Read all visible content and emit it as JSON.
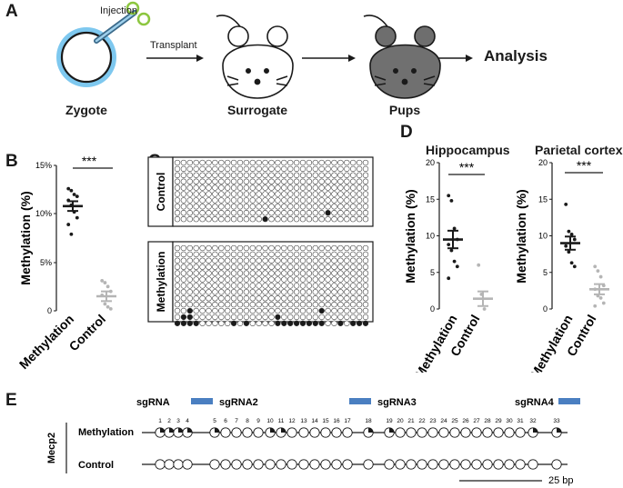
{
  "panels": {
    "A": {
      "label": "A",
      "injection": "Injection",
      "transplant": "Transplant",
      "zygote": "Zygote",
      "surrogate": "Surrogate",
      "pups": "Pups",
      "analysis": "Analysis"
    },
    "B": {
      "label": "B",
      "ylabel": "Methylation (%)",
      "yticks": [
        "0",
        "5%",
        "10%",
        "15%"
      ],
      "sig": "***",
      "categories": [
        "Methylation",
        "Control"
      ]
    },
    "C": {
      "label": "C",
      "control_label": "Control",
      "methylation_label": "Methylation"
    },
    "D": {
      "label": "D",
      "hippo_title": "Hippocampus",
      "parietal_title": "Parietal cortex",
      "ylabel": "Methylation (%)",
      "yticks": [
        "0",
        "5",
        "10",
        "15",
        "20"
      ],
      "sig": "***",
      "categories": [
        "Methylation",
        "Control"
      ]
    },
    "E": {
      "label": "E",
      "gene": "Mecp2",
      "sgrna": "sgRNA",
      "sgrna2": "sgRNA2",
      "sgrna3": "sgRNA3",
      "sgrna4": "sgRNA4",
      "row_methylation": "Methylation",
      "row_control": "Control",
      "scale": "25 bp",
      "cpg_numbers": [
        "1",
        "2",
        "3",
        "4",
        "5",
        "6",
        "7",
        "8",
        "9",
        "10",
        "11",
        "12",
        "13",
        "14",
        "15",
        "16",
        "17",
        "18",
        "19",
        "20",
        "21",
        "22",
        "23",
        "24",
        "25",
        "26",
        "27",
        "28",
        "29",
        "30",
        "31",
        "32",
        "33"
      ]
    }
  },
  "chart_data": [
    {
      "type": "scatter",
      "panel": "B",
      "ylabel": "Methylation (%)",
      "ylim": [
        0,
        15
      ],
      "categories": [
        "Methylation",
        "Control"
      ],
      "series": [
        {
          "values": [
            12.6,
            12.4,
            12.0,
            11.8,
            11.4,
            10.9,
            10.2,
            9.6,
            8.9,
            7.9
          ],
          "mean": 10.8,
          "sem": 0.5
        },
        {
          "values": [
            3.1,
            2.9,
            2.5,
            2.0,
            1.6,
            0.7,
            0.4,
            0.2
          ],
          "mean": 1.5,
          "sem": 0.5
        }
      ],
      "significance": "***"
    },
    {
      "type": "scatter",
      "panel": "D",
      "title": "Hippocampus",
      "ylabel": "Methylation (%)",
      "ylim": [
        0,
        20
      ],
      "categories": [
        "Methylation",
        "Control"
      ],
      "series": [
        {
          "values": [
            15.5,
            14.8,
            11.0,
            9.5,
            8.8,
            8.0,
            6.5,
            5.8,
            4.2
          ],
          "mean": 9.5,
          "sem": 1.2
        },
        {
          "values": [
            6.0,
            2.0,
            0.0
          ],
          "mean": 1.4,
          "sem": 1.0
        }
      ],
      "significance": "***"
    },
    {
      "type": "scatter",
      "panel": "D",
      "title": "Parietal cortex",
      "ylabel": "Methylation (%)",
      "ylim": [
        0,
        20
      ],
      "categories": [
        "Methylation",
        "Control"
      ],
      "series": [
        {
          "values": [
            14.3,
            10.6,
            10.2,
            9.5,
            8.6,
            7.8,
            6.3,
            5.8
          ],
          "mean": 9.0,
          "sem": 0.9
        },
        {
          "values": [
            5.8,
            5.2,
            4.4,
            3.2,
            2.7,
            1.8,
            1.5,
            0.8,
            0.4
          ],
          "mean": 2.7,
          "sem": 0.7
        }
      ],
      "significance": "***"
    }
  ]
}
